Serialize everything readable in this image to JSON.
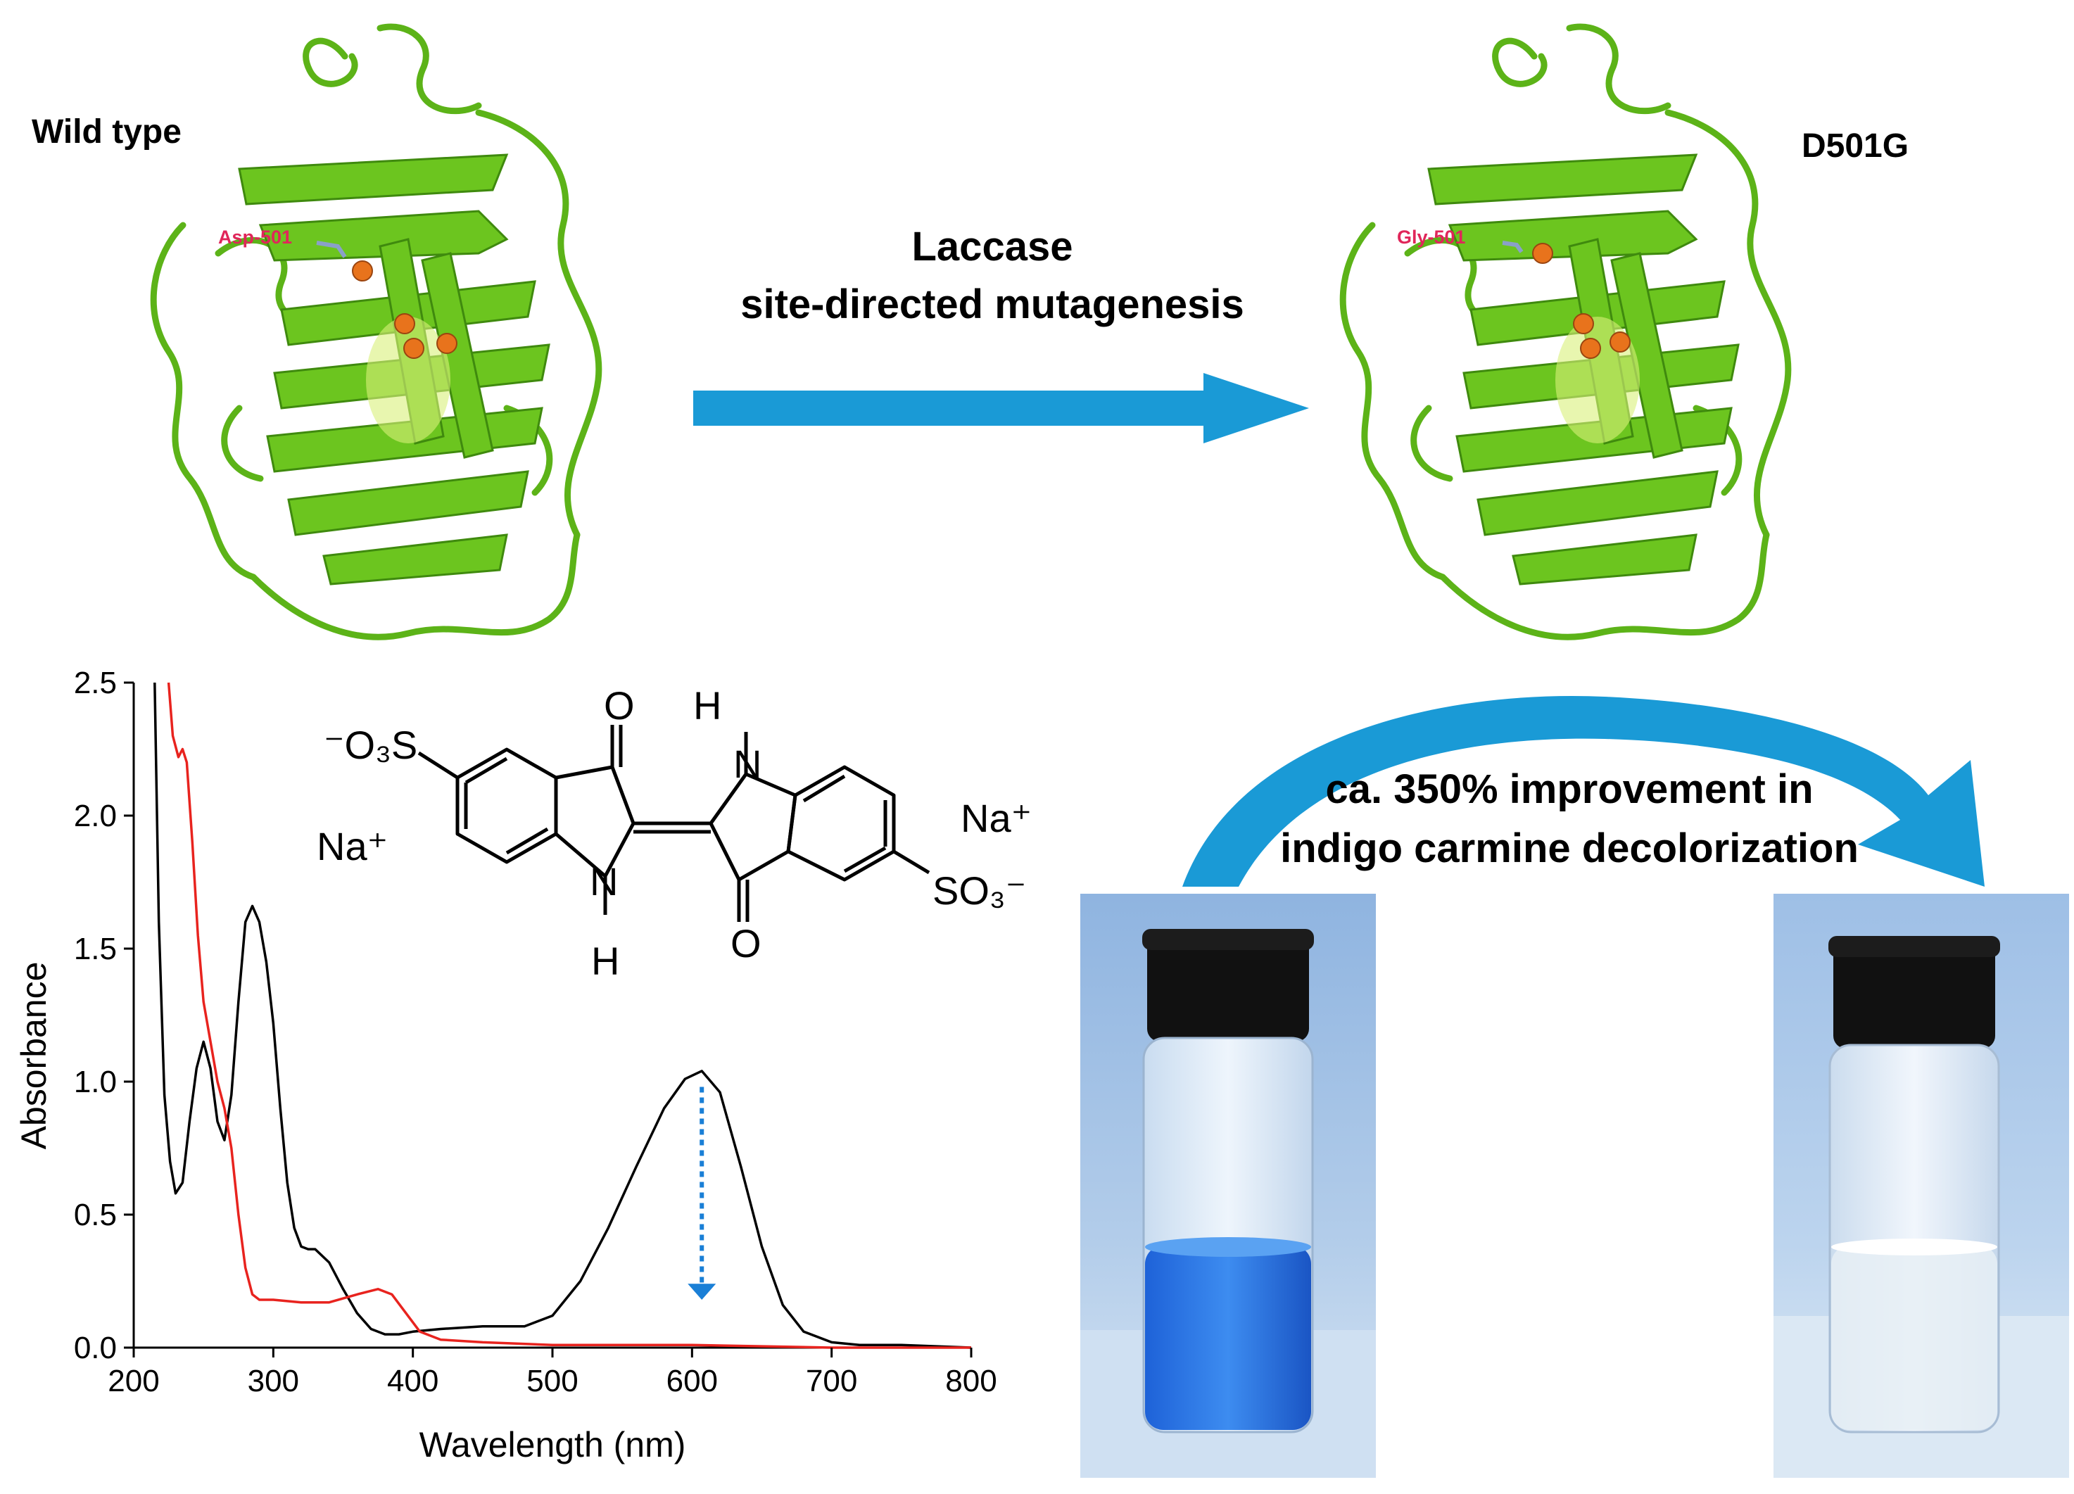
{
  "panel_top": {
    "wild_type_label": "Wild type",
    "mutant_label": "D501G",
    "wild_residue_label": "Asp-501",
    "mutant_residue_label": "Gly-501",
    "process_line1": "Laccase",
    "process_line2": "site-directed mutagenesis",
    "arrow_color": "#1a9ad6",
    "protein_color": "#6cc51f",
    "copper_color": "#e8731c"
  },
  "molecule": {
    "name_parts": {
      "left_sulfonate": "⁻O₃S",
      "left_na": "Na⁺",
      "right_na": "Na⁺",
      "right_sulfonate": "SO₃⁻",
      "carbonyl_o": "O",
      "nitrogen": "N",
      "hydrogen": "H"
    }
  },
  "improvement": {
    "line1": "ca. 350%  improvement in",
    "line2": "indigo carmine decolorization"
  },
  "chart_data": {
    "type": "line",
    "xlabel": "Wavelength (nm)",
    "ylabel": "Absorbance",
    "xlim": [
      200,
      800
    ],
    "ylim": [
      0,
      2.5
    ],
    "x_ticks": [
      "200",
      "300",
      "400",
      "500",
      "600",
      "700",
      "800"
    ],
    "y_ticks": [
      "0.0",
      "0.5",
      "1.0",
      "1.5",
      "2.0",
      "2.5"
    ],
    "grid": false,
    "series": [
      {
        "color": "#000000",
        "x": [
          215,
          218,
          222,
          226,
          230,
          235,
          240,
          245,
          250,
          255,
          260,
          265,
          270,
          275,
          280,
          285,
          290,
          295,
          300,
          305,
          310,
          315,
          320,
          325,
          330,
          340,
          350,
          360,
          370,
          380,
          390,
          400,
          420,
          450,
          480,
          500,
          520,
          540,
          560,
          580,
          595,
          607,
          620,
          635,
          650,
          665,
          680,
          700,
          720,
          750,
          800
        ],
        "y": [
          2.5,
          1.6,
          0.95,
          0.7,
          0.58,
          0.62,
          0.85,
          1.05,
          1.15,
          1.05,
          0.85,
          0.78,
          0.95,
          1.3,
          1.6,
          1.66,
          1.6,
          1.45,
          1.22,
          0.9,
          0.62,
          0.45,
          0.38,
          0.37,
          0.37,
          0.32,
          0.22,
          0.13,
          0.07,
          0.05,
          0.05,
          0.06,
          0.07,
          0.08,
          0.08,
          0.12,
          0.25,
          0.45,
          0.68,
          0.9,
          1.01,
          1.04,
          0.96,
          0.68,
          0.38,
          0.16,
          0.06,
          0.02,
          0.01,
          0.01,
          0.0
        ]
      },
      {
        "color": "#e8231e",
        "x": [
          225,
          228,
          232,
          235,
          238,
          242,
          246,
          250,
          255,
          260,
          265,
          270,
          275,
          280,
          285,
          290,
          300,
          320,
          340,
          360,
          375,
          385,
          395,
          405,
          420,
          450,
          500,
          600,
          700,
          800
        ],
        "y": [
          2.5,
          2.3,
          2.22,
          2.25,
          2.2,
          1.9,
          1.55,
          1.3,
          1.15,
          1.0,
          0.9,
          0.75,
          0.5,
          0.3,
          0.2,
          0.18,
          0.18,
          0.17,
          0.17,
          0.2,
          0.22,
          0.2,
          0.13,
          0.06,
          0.03,
          0.02,
          0.01,
          0.01,
          0.0,
          0.0
        ]
      }
    ],
    "annotation": "downward arrow at ~607 nm peak"
  }
}
